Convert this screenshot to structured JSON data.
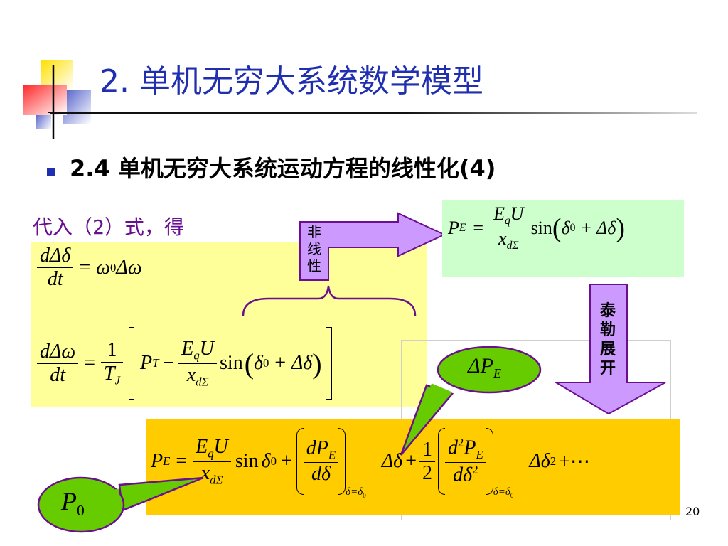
{
  "slide": {
    "title": "2. 单机无穷大系统数学模型",
    "bullet": "2.4 单机无穷大系统运动方程的线性化(4)",
    "substitute_text": "代入（2）式，得",
    "nonlinear_label": "非线性",
    "taylor_label": "泰勒展开",
    "page_number": "20"
  },
  "colors": {
    "title": "#1f2fb0",
    "bullet_marker": "#1f2fb0",
    "left_box": "#ffff99",
    "right_box": "#ccffcc",
    "bottom_box": "#ffcc00",
    "arrow_fill": "#cc99ff",
    "arrow_stroke": "#6a0f8f",
    "bubble_fill": "#66cc00",
    "bubble_stroke": "#6a0f8f",
    "subst_text": "#6a0f8f"
  },
  "equations": {
    "eq1": {
      "lhs_num": "dΔδ",
      "lhs_den": "dt",
      "rhs": "ω",
      "rhs_sub": "0",
      "rhs_tail": "Δω"
    },
    "eq2": {
      "lhs_num": "dΔω",
      "lhs_den": "dt",
      "one": "1",
      "tj": "T",
      "tj_sub": "J",
      "pt": "P",
      "pt_sub": "T",
      "eq": "E",
      "eq_sub": "q",
      "u": "U",
      "xd": "x",
      "xd_sub": "dΣ",
      "sin": "sin",
      "arg": "δ",
      "arg_sub": "0",
      "plus": "+ Δδ"
    },
    "pe": {
      "p": "P",
      "p_sub": "E",
      "e": "E",
      "e_sub": "q",
      "u": "U",
      "x": "x",
      "x_sub": "dΣ",
      "sin": "sin",
      "arg": "δ",
      "arg_sub": "0",
      "plus": "+ Δδ"
    },
    "taylor": {
      "p": "P",
      "p_sub": "E",
      "e": "E",
      "e_sub": "q",
      "u": "U",
      "x": "x",
      "x_sub": "dΣ",
      "sin": "sin",
      "d": "δ",
      "d_sub": "0",
      "dp": "dP",
      "dp_sub": "E",
      "dd": "dδ",
      "eval": "δ=δ",
      "eval_sub": "0",
      "delta": "Δδ",
      "half_num": "1",
      "half_den": "2",
      "d2p": "d",
      "d2p_sup": "2",
      "d2p_tail": "P",
      "d2p_sub": "E",
      "dd2": "dδ",
      "dd2_sup": "2",
      "delta2": "Δδ",
      "delta2_sup": "2",
      "tail": "+⋯"
    }
  },
  "bubbles": {
    "delta_pe": {
      "main": "ΔP",
      "sub": "E"
    },
    "p0": {
      "main": "P",
      "sub": "0"
    }
  }
}
